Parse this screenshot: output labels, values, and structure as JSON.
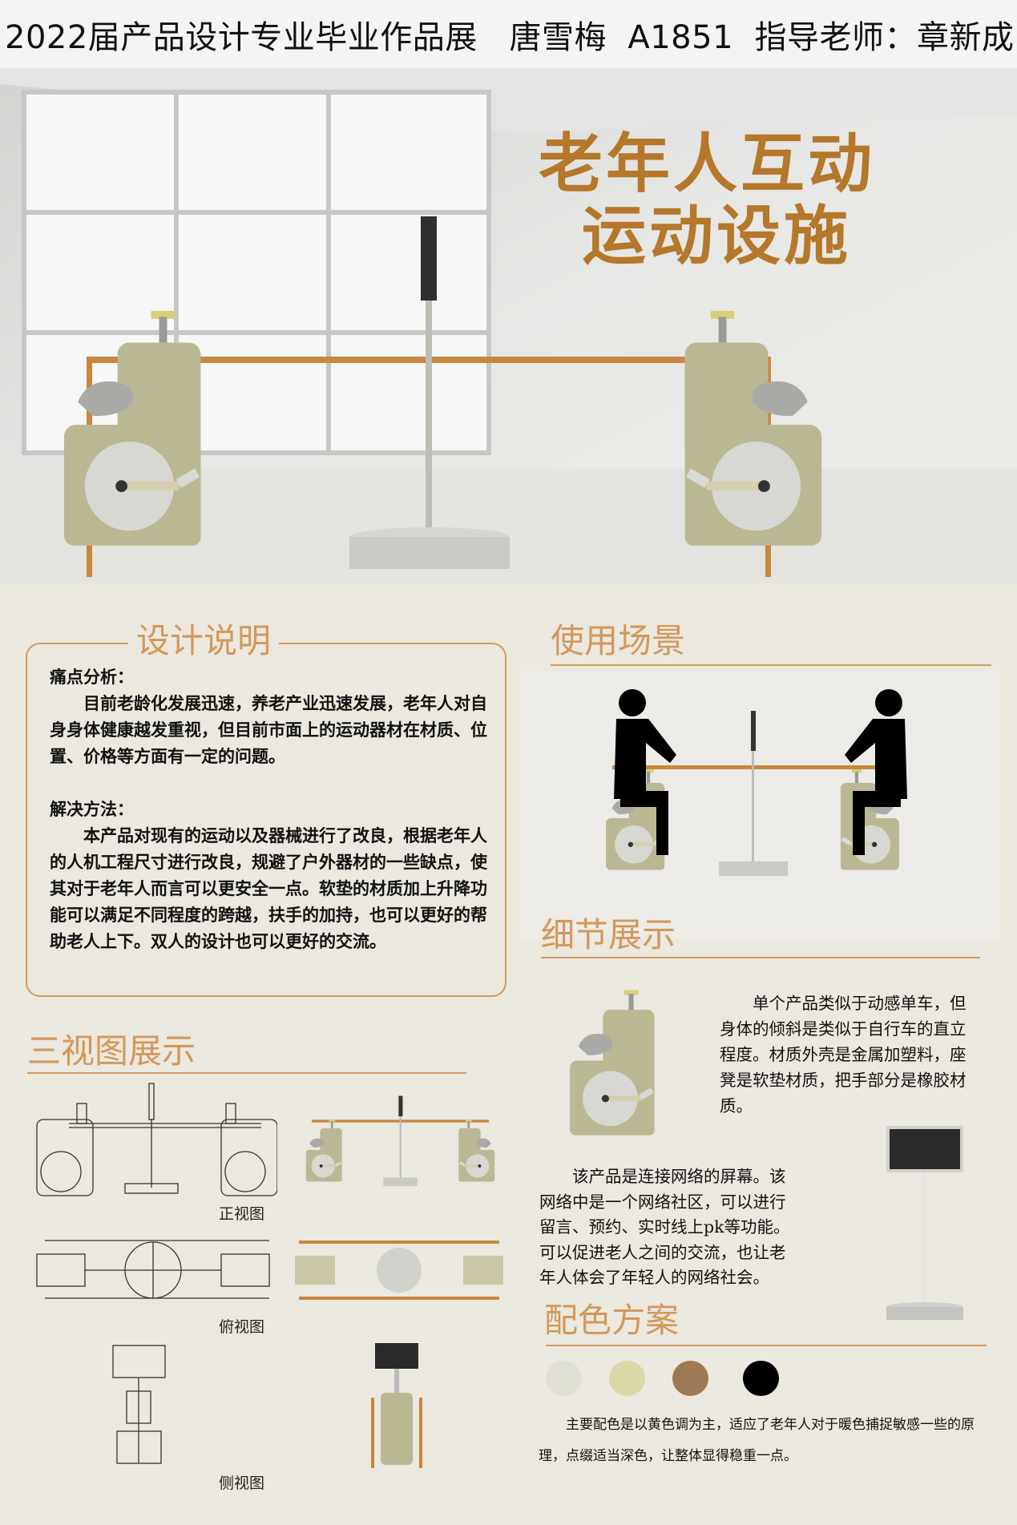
{
  "header": {
    "title": "2022届产品设计专业毕业作品展   唐雪梅  A1851  指导老师：章新成"
  },
  "hero": {
    "title_line1": "老年人互动",
    "title_line2": "运动设施"
  },
  "design": {
    "heading": "设计说明",
    "pain_label": "痛点分析：",
    "pain_text": "目前老龄化发展迅速，养老产业迅速发展，老年人对自身身体健康越发重视，但目前市面上的运动器材在材质、位置、价格等方面有一定的问题。",
    "solution_label": "解决方法：",
    "solution_text": "本产品对现有的运动以及器械进行了改良，根据老年人的人机工程尺寸进行改良，规避了户外器材的一些缺点，使其对于老年人而言可以更安全一点。软垫的材质加上升降功能可以满足不同程度的跨越，扶手的加持，也可以更好的帮助老人上下。双人的设计也可以更好的交流。"
  },
  "scene": {
    "heading": "使用场景"
  },
  "detail": {
    "heading": "细节展示",
    "bike_text": "单个产品类似于动感单车，但身体的倾斜是类似于自行车的直立程度。材质外壳是金属加塑料，座凳是软垫材质，把手部分是橡胶材质。",
    "screen_text": "该产品是连接网络的屏幕。该网络中是一个网络社区，可以进行留言、预约、实时线上pk等功能。可以促进老人之间的交流，也让老年人体会了年轻人的网络社会。"
  },
  "views": {
    "heading": "三视图展示",
    "front_label": "正视图",
    "top_label": "俯视图",
    "side_label": "侧视图"
  },
  "colors": {
    "heading": "配色方案",
    "swatches": [
      "#dfdfd3",
      "#dad7a8",
      "#9e7a54",
      "#000000"
    ],
    "text": "主要配色是以黄色调为主，适应了老年人对于暖色捕捉敏感一些的原理，点缀适当深色，让整体显得稳重一点。"
  },
  "palette": {
    "accent": "#d49a5c",
    "title": "#b5772a",
    "background": "#ebe8df"
  }
}
